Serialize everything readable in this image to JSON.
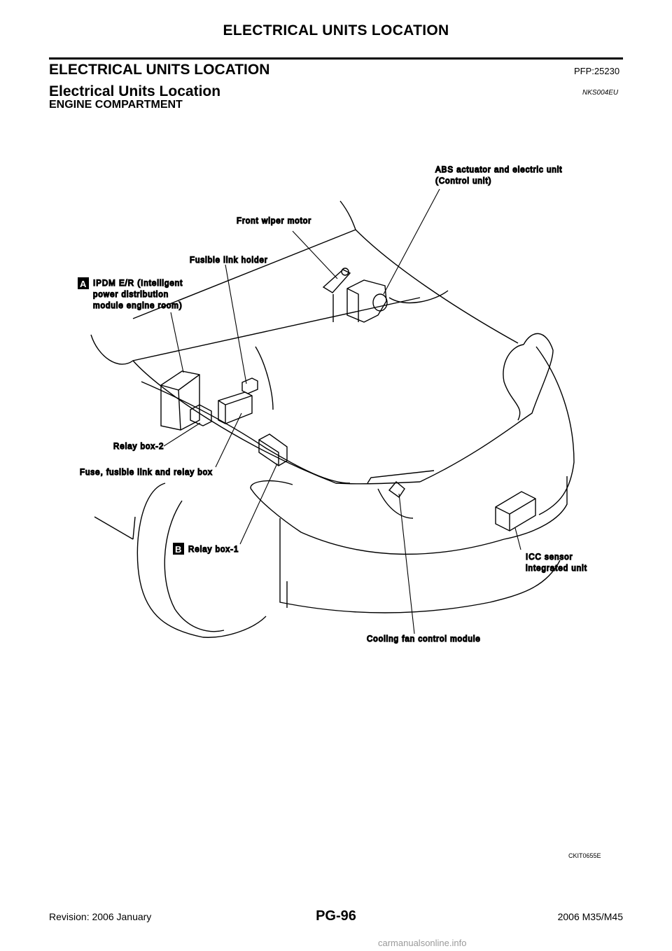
{
  "header": {
    "running_title": "ELECTRICAL UNITS LOCATION",
    "main_title": "ELECTRICAL UNITS LOCATION",
    "pfp": "PFP:25230",
    "sub_title": "Electrical Units Location",
    "sub_code": "NKS004EU",
    "section": "ENGINE COMPARTMENT"
  },
  "diagram": {
    "labels": {
      "abs_1": "ABS actuator and electric unit",
      "abs_2": "(Control unit)",
      "wiper": "Front wiper motor",
      "fusible_holder": "Fusible link holder",
      "ipdm_1": "IPDM E/R (Intelligent",
      "ipdm_2": "power distribution",
      "ipdm_3": "module engine room)",
      "relay2": "Relay box-2",
      "fuse_box": "Fuse, fusible link and relay box",
      "relay1": "Relay box-1",
      "icc_1": "ICC sensor",
      "icc_2": "integrated unit",
      "fan": "Cooling fan control module"
    },
    "badges": {
      "a": "A",
      "b": "B"
    },
    "figure_code": "CKIT0655E"
  },
  "footer": {
    "revision": "Revision: 2006 January",
    "page": "PG-96",
    "model": "2006 M35/M45"
  },
  "watermark": "carmanualsonline.info"
}
